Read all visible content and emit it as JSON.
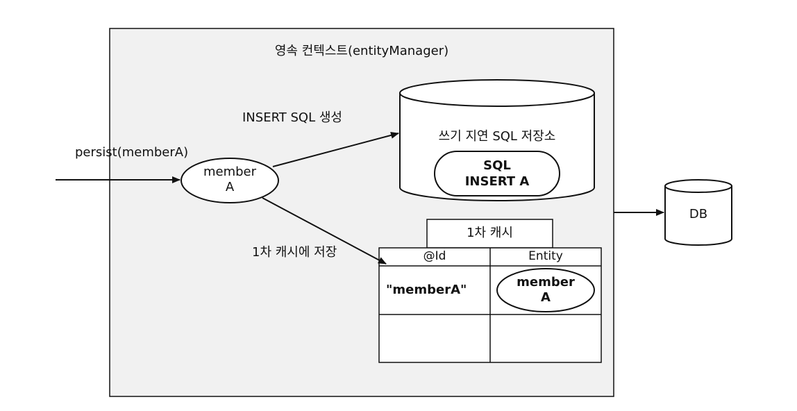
{
  "context_title": "영속 컨텍스트(entityManager)",
  "persist_label": "persist(memberA)",
  "insert_sql_label": "INSERT SQL 생성",
  "save_cache_label": "1차 캐시에 저장",
  "entity_node": {
    "line1": "member",
    "line2": "A"
  },
  "write_store": {
    "title": "쓰기 지연 SQL 저장소",
    "sql_line1": "SQL",
    "sql_line2": "INSERT A"
  },
  "cache": {
    "title": "1차 캐시",
    "headers": [
      "@Id",
      "Entity"
    ],
    "rows": [
      {
        "id": "\"memberA\"",
        "entity_line1": "member",
        "entity_line2": "A"
      },
      {
        "id": "",
        "entity_line1": "",
        "entity_line2": ""
      }
    ]
  },
  "db_label": "DB",
  "colors": {
    "context_bg": "#f1f1f1",
    "stroke": "#111111",
    "shape_fill": "#ffffff"
  }
}
